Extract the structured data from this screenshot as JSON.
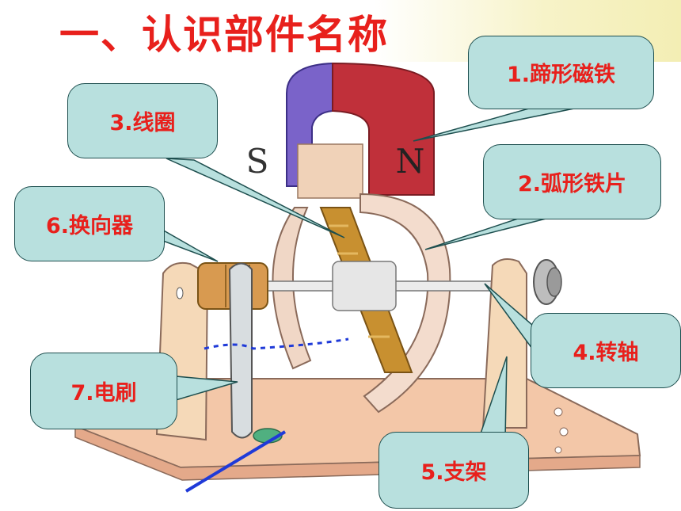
{
  "title": "一、认识部件名称",
  "magnet_pole_s": "S",
  "magnet_pole_n": "N",
  "labels": [
    {
      "id": "magnet",
      "text": "1.蹄形磁铁"
    },
    {
      "id": "arc",
      "text": "2.弧形铁片"
    },
    {
      "id": "coil",
      "text": "3.线圈"
    },
    {
      "id": "shaft",
      "text": "4.转轴"
    },
    {
      "id": "bracket",
      "text": "5.支架"
    },
    {
      "id": "commutator",
      "text": "6.换向器"
    },
    {
      "id": "brush",
      "text": "7.电刷"
    }
  ],
  "colors": {
    "title": "#e8201c",
    "label_text": "#e8201c",
    "callout_fill": "#b8e0de",
    "magnet_n": "#c0303a",
    "magnet_s": "#7a63c9",
    "arc_iron": "#f3d9c8",
    "coil": "#c89030",
    "base": "#f3c7a8"
  }
}
